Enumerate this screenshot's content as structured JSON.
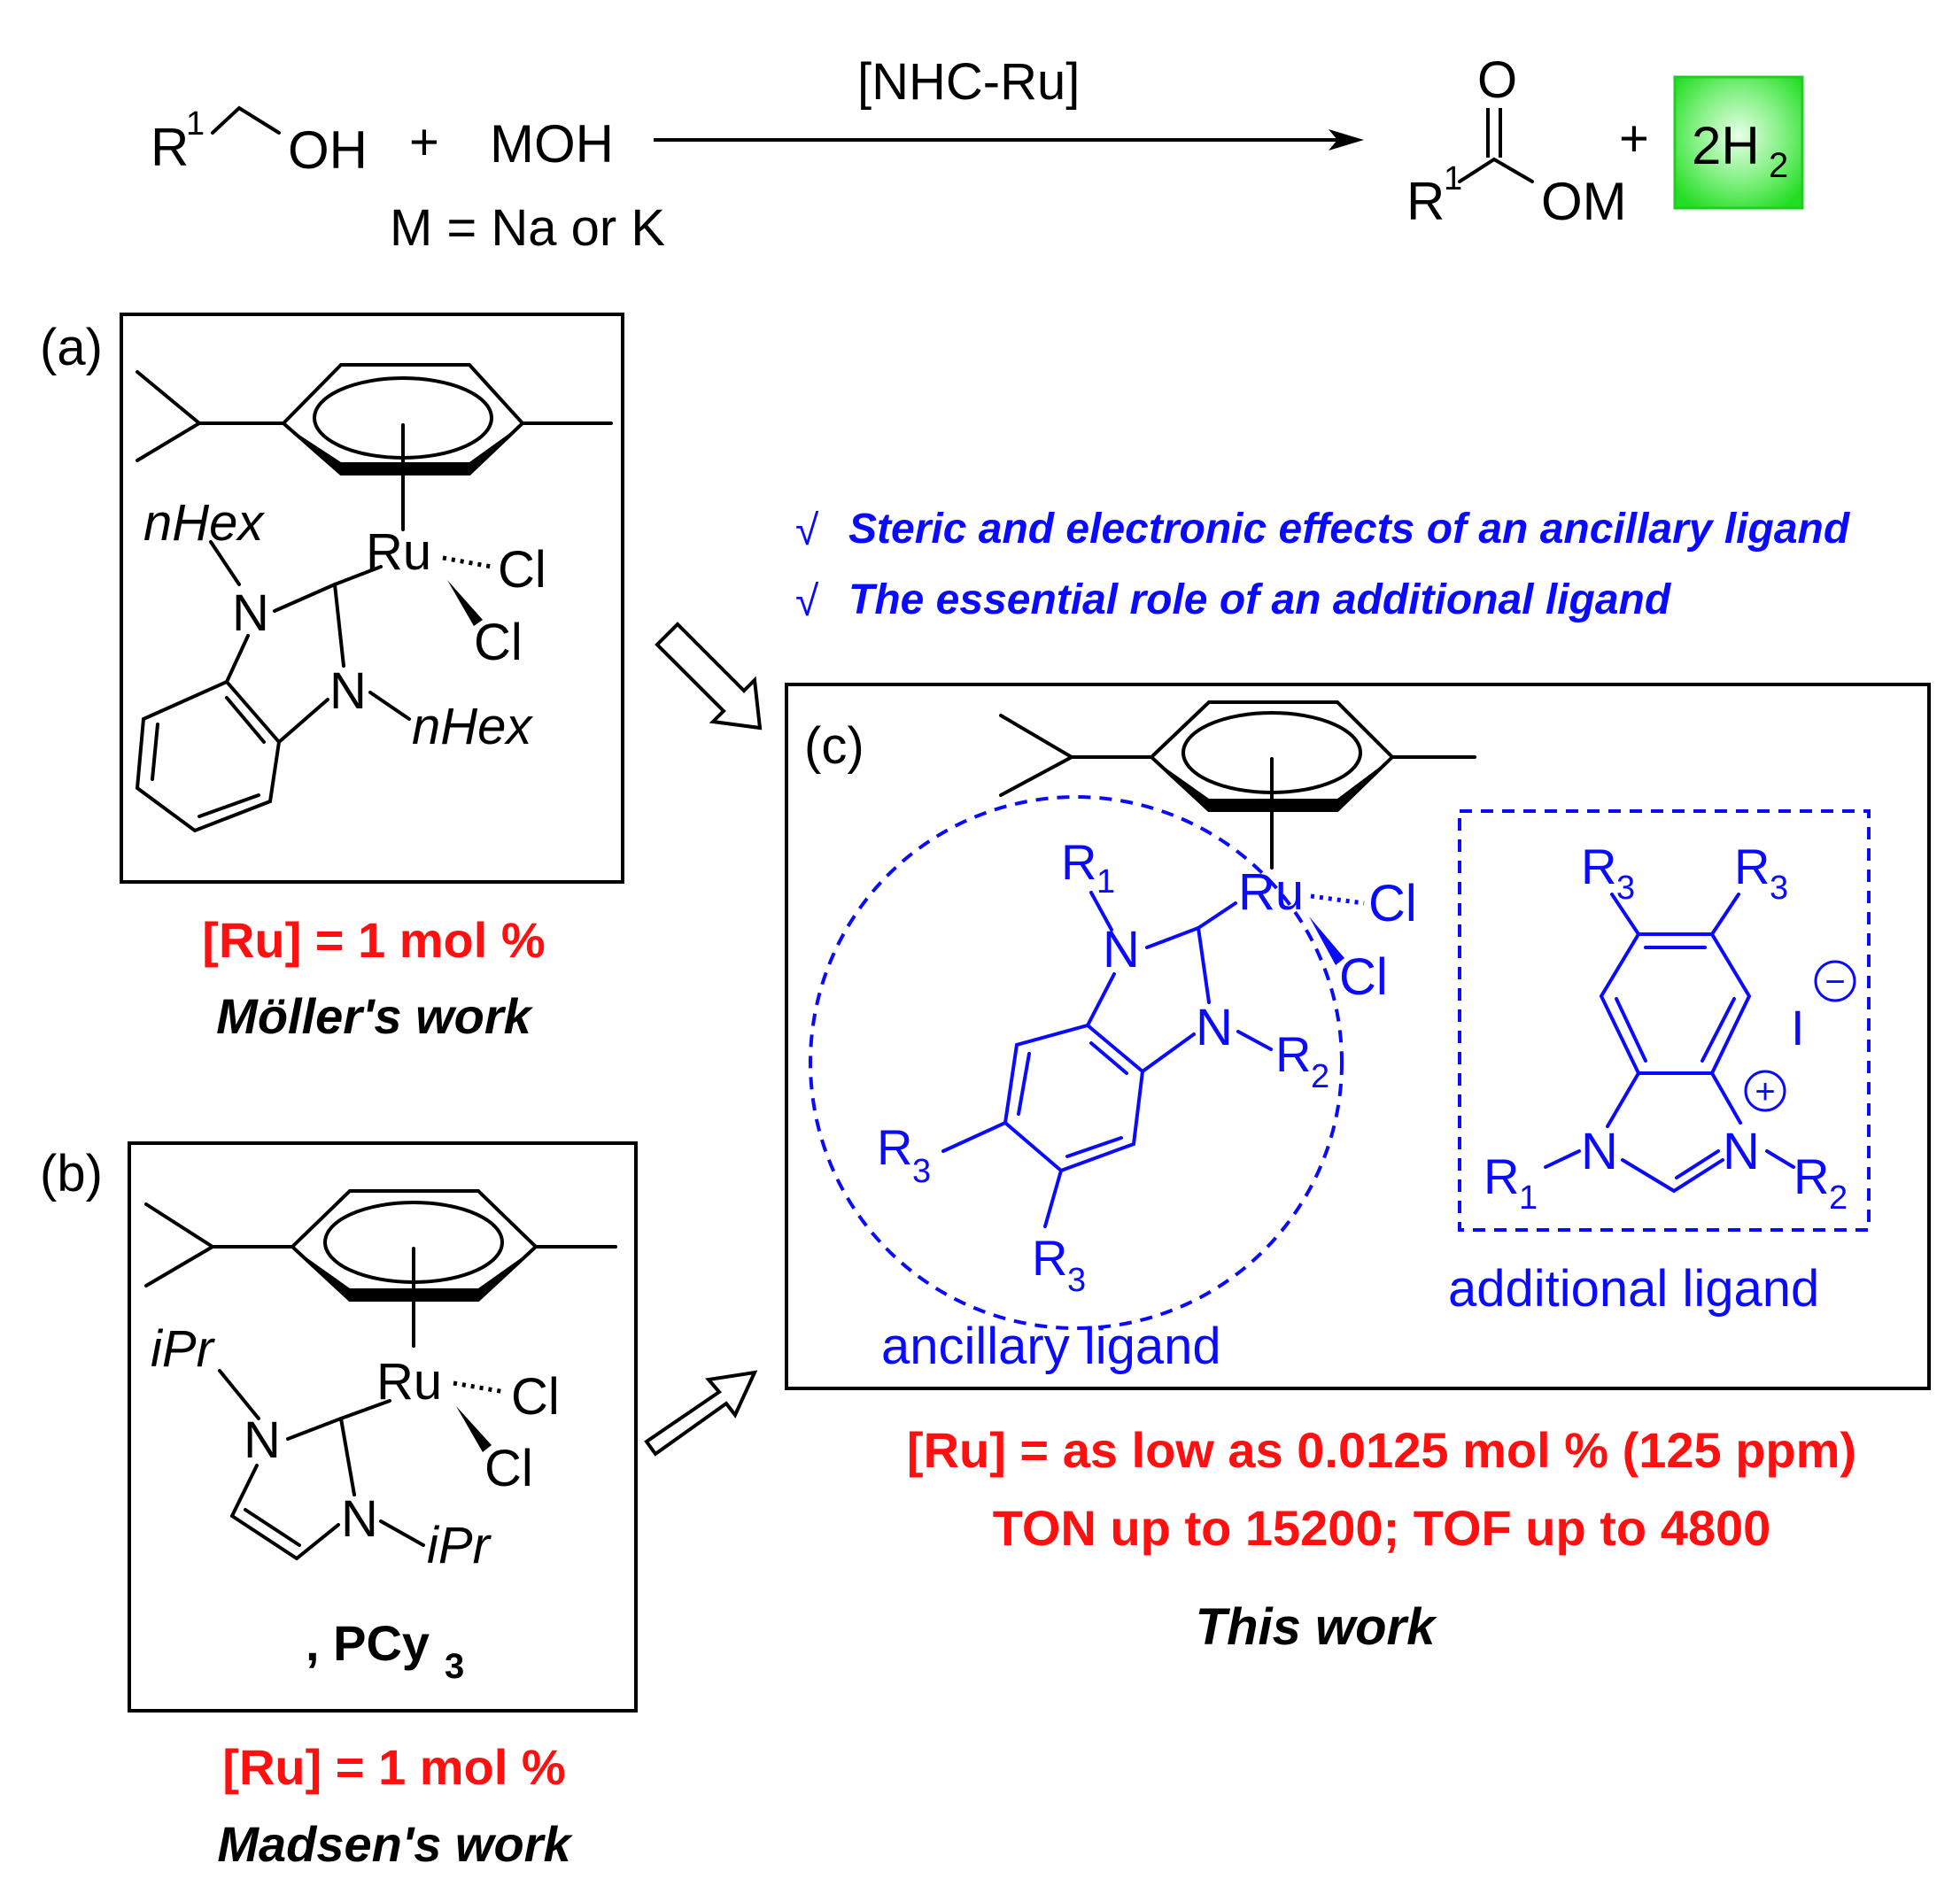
{
  "reaction": {
    "reactant_r": "R",
    "reactant_sup": "1",
    "reactant_oh": "OH",
    "plus1": "+",
    "base": "MOH",
    "metal_note": "M = Na or K",
    "catalyst": "[NHC-Ru]",
    "product_o": "O",
    "product_r": "R",
    "product_sup": "1",
    "product_om": "OM",
    "plus2": "+",
    "h2_coef": "2H",
    "h2_sub": "2",
    "h2_highlight_color": "#33ee33"
  },
  "panel_a": {
    "label": "(a)",
    "nhex_top": "nHex",
    "ru": "Ru",
    "cl1": "Cl",
    "cl2": "Cl",
    "n1": "N",
    "n2": "N",
    "nhex_bottom": "nHex",
    "loading": "[Ru] = 1 mol %",
    "credit": "Möller's work"
  },
  "panel_b": {
    "label": "(b)",
    "ipr_top": "iPr",
    "ru": "Ru",
    "cl1": "Cl",
    "cl2": "Cl",
    "n1": "N",
    "n2": "N",
    "ipr_bottom": "iPr",
    "extra_ligand": ", PCy",
    "extra_sub": "3",
    "loading": "[Ru] = 1 mol %",
    "credit": "Madsen's work"
  },
  "notes": {
    "check": "√",
    "line1": "Steric and electronic effects of an ancillary ligand",
    "line2": "The essential role of an additional ligand"
  },
  "panel_c": {
    "label": "(c)",
    "r1": "R",
    "r1_sub": "1",
    "ru": "Ru",
    "cl1": "Cl",
    "cl2": "Cl",
    "n1": "N",
    "n2": "N",
    "r2": "R",
    "r2_sub": "2",
    "r3a": "R",
    "r3a_sub": "3",
    "r3b": "R",
    "r3b_sub": "3",
    "ancillary_label": "ancillary  ligand",
    "add_r3a": "R",
    "add_r3a_sub": "3",
    "add_r3b": "R",
    "add_r3b_sub": "3",
    "iodide": "I",
    "minus": "−",
    "plus": "+",
    "add_n1": "N",
    "add_n2": "N",
    "add_r1": "R",
    "add_r1_sub": "1",
    "add_r2": "R",
    "add_r2_sub": "2",
    "additional_label": "additional  ligand",
    "loading": "[Ru] = as low as 0.0125 mol % (125 ppm)",
    "ton_tof": "TON up to 15200; TOF up to 4800",
    "credit": "This work"
  },
  "colors": {
    "highlight_blue": "#0a0aff",
    "highlight_red": "#ff1010"
  }
}
